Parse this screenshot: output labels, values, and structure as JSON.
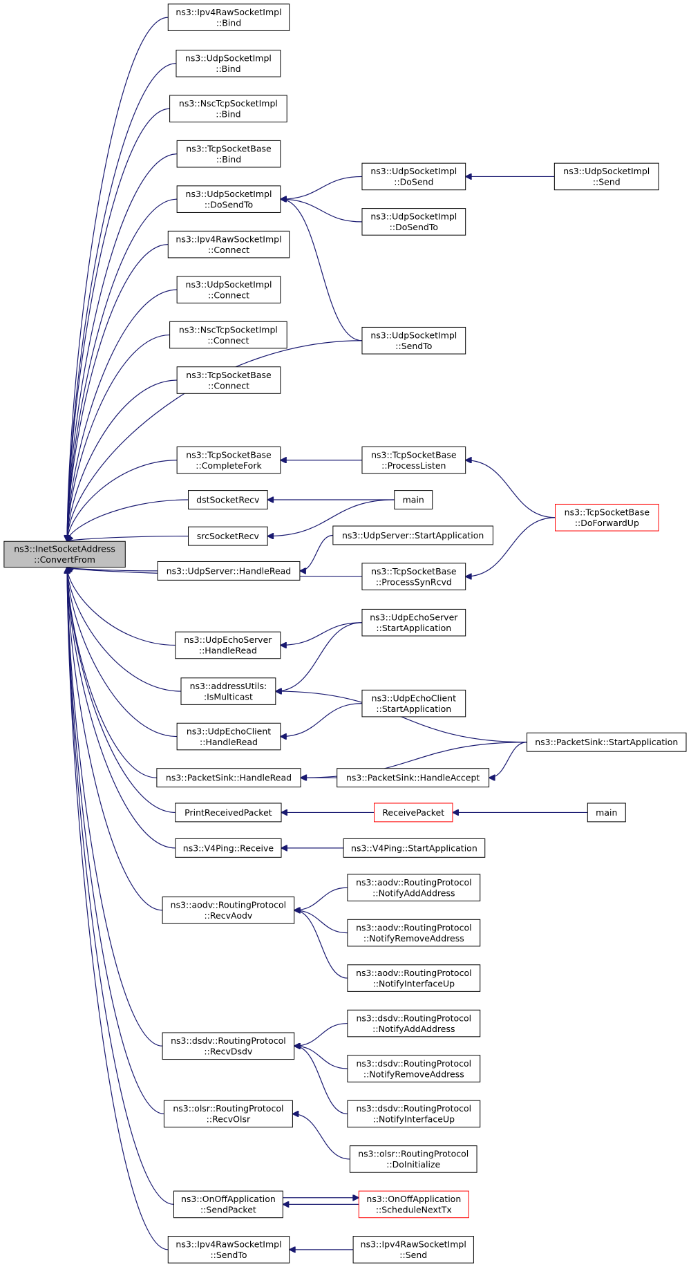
{
  "colors": {
    "edge": "#191970",
    "root_fill": "#bfbfbf",
    "node_border": "#000000",
    "highlight_border": "#ff0000",
    "background": "#ffffff"
  },
  "nodes": {
    "root": {
      "lines": [
        "ns3::InetSocketAddress",
        "::ConvertFrom"
      ],
      "style": "root"
    },
    "ipv4raw_bind": {
      "lines": [
        "ns3::Ipv4RawSocketImpl",
        "::Bind"
      ]
    },
    "udp_bind": {
      "lines": [
        "ns3::UdpSocketImpl",
        "::Bind"
      ]
    },
    "nsc_bind": {
      "lines": [
        "ns3::NscTcpSocketImpl",
        "::Bind"
      ]
    },
    "tcp_bind": {
      "lines": [
        "ns3::TcpSocketBase",
        "::Bind"
      ]
    },
    "udp_dosendto": {
      "lines": [
        "ns3::UdpSocketImpl",
        "::DoSendTo"
      ]
    },
    "ipv4raw_conn": {
      "lines": [
        "ns3::Ipv4RawSocketImpl",
        "::Connect"
      ]
    },
    "udp_conn": {
      "lines": [
        "ns3::UdpSocketImpl",
        "::Connect"
      ]
    },
    "nsc_conn": {
      "lines": [
        "ns3::NscTcpSocketImpl",
        "::Connect"
      ]
    },
    "tcp_conn": {
      "lines": [
        "ns3::TcpSocketBase",
        "::Connect"
      ]
    },
    "tcp_cfork": {
      "lines": [
        "ns3::TcpSocketBase",
        "::CompleteFork"
      ]
    },
    "dst_recv": {
      "lines": [
        "dstSocketRecv"
      ]
    },
    "src_recv": {
      "lines": [
        "srcSocketRecv"
      ]
    },
    "udpsrv_hread": {
      "lines": [
        "ns3::UdpServer::HandleRead"
      ]
    },
    "echosrv_hread": {
      "lines": [
        "ns3::UdpEchoServer",
        "::HandleRead"
      ]
    },
    "addr_mcast": {
      "lines": [
        "ns3::addressUtils:",
        ":IsMulticast"
      ]
    },
    "echocli_hread": {
      "lines": [
        "ns3::UdpEchoClient",
        "::HandleRead"
      ]
    },
    "psink_hread": {
      "lines": [
        "ns3::PacketSink::HandleRead"
      ]
    },
    "print_recv": {
      "lines": [
        "PrintReceivedPacket"
      ]
    },
    "v4ping_recv": {
      "lines": [
        "ns3::V4Ping::Receive"
      ]
    },
    "aodv_recv": {
      "lines": [
        "ns3::aodv::RoutingProtocol",
        "::RecvAodv"
      ]
    },
    "dsdv_recv": {
      "lines": [
        "ns3::dsdv::RoutingProtocol",
        "::RecvDsdv"
      ]
    },
    "olsr_recv": {
      "lines": [
        "ns3::olsr::RoutingProtocol",
        "::RecvOlsr"
      ]
    },
    "onoff_send": {
      "lines": [
        "ns3::OnOffApplication",
        "::SendPacket"
      ]
    },
    "ipv4raw_sendto": {
      "lines": [
        "ns3::Ipv4RawSocketImpl",
        "::SendTo"
      ]
    },
    "udp_dosend": {
      "lines": [
        "ns3::UdpSocketImpl",
        "::DoSend"
      ]
    },
    "udp_dosendto2": {
      "lines": [
        "ns3::UdpSocketImpl",
        "::DoSendTo"
      ]
    },
    "udp_sendto": {
      "lines": [
        "ns3::UdpSocketImpl",
        "::SendTo"
      ]
    },
    "tcp_plisten": {
      "lines": [
        "ns3::TcpSocketBase",
        "::ProcessListen"
      ]
    },
    "main1": {
      "lines": [
        "main"
      ]
    },
    "udpsrv_start": {
      "lines": [
        "ns3::UdpServer::StartApplication"
      ]
    },
    "tcp_psyn": {
      "lines": [
        "ns3::TcpSocketBase",
        "::ProcessSynRcvd"
      ]
    },
    "echosrv_start": {
      "lines": [
        "ns3::UdpEchoServer",
        "::StartApplication"
      ]
    },
    "echocli_start": {
      "lines": [
        "ns3::UdpEchoClient",
        "::StartApplication"
      ]
    },
    "psink_haccept": {
      "lines": [
        "ns3::PacketSink::HandleAccept"
      ]
    },
    "recv_packet": {
      "lines": [
        "ReceivePacket"
      ],
      "style": "red"
    },
    "v4ping_start": {
      "lines": [
        "ns3::V4Ping::StartApplication"
      ]
    },
    "aodv_addaddr": {
      "lines": [
        "ns3::aodv::RoutingProtocol",
        "::NotifyAddAddress"
      ]
    },
    "aodv_rmaddr": {
      "lines": [
        "ns3::aodv::RoutingProtocol",
        "::NotifyRemoveAddress"
      ]
    },
    "aodv_ifup": {
      "lines": [
        "ns3::aodv::RoutingProtocol",
        "::NotifyInterfaceUp"
      ]
    },
    "dsdv_addaddr": {
      "lines": [
        "ns3::dsdv::RoutingProtocol",
        "::NotifyAddAddress"
      ]
    },
    "dsdv_rmaddr": {
      "lines": [
        "ns3::dsdv::RoutingProtocol",
        "::NotifyRemoveAddress"
      ]
    },
    "dsdv_ifup": {
      "lines": [
        "ns3::dsdv::RoutingProtocol",
        "::NotifyInterfaceUp"
      ]
    },
    "olsr_init": {
      "lines": [
        "ns3::olsr::RoutingProtocol",
        "::DoInitialize"
      ]
    },
    "onoff_sched": {
      "lines": [
        "ns3::OnOffApplication",
        "::ScheduleNextTx"
      ],
      "style": "red"
    },
    "ipv4raw_send": {
      "lines": [
        "ns3::Ipv4RawSocketImpl",
        "::Send"
      ]
    },
    "udp_send": {
      "lines": [
        "ns3::UdpSocketImpl",
        "::Send"
      ]
    },
    "tcp_fwdup": {
      "lines": [
        "ns3::TcpSocketBase",
        "::DoForwardUp"
      ],
      "style": "red"
    },
    "psink_start": {
      "lines": [
        "ns3::PacketSink::StartApplication"
      ]
    },
    "main2": {
      "lines": [
        "main"
      ]
    }
  },
  "edges": [
    [
      "ipv4raw_bind",
      "root"
    ],
    [
      "udp_bind",
      "root"
    ],
    [
      "nsc_bind",
      "root"
    ],
    [
      "tcp_bind",
      "root"
    ],
    [
      "udp_dosendto",
      "root"
    ],
    [
      "ipv4raw_conn",
      "root"
    ],
    [
      "udp_conn",
      "root"
    ],
    [
      "nsc_conn",
      "root"
    ],
    [
      "tcp_conn",
      "root"
    ],
    [
      "udp_sendto",
      "root"
    ],
    [
      "tcp_cfork",
      "root"
    ],
    [
      "dst_recv",
      "root"
    ],
    [
      "src_recv",
      "root"
    ],
    [
      "udpsrv_hread",
      "root"
    ],
    [
      "tcp_psyn",
      "root"
    ],
    [
      "echosrv_hread",
      "root"
    ],
    [
      "addr_mcast",
      "root"
    ],
    [
      "echocli_hread",
      "root"
    ],
    [
      "psink_hread",
      "root"
    ],
    [
      "print_recv",
      "root"
    ],
    [
      "v4ping_recv",
      "root"
    ],
    [
      "aodv_recv",
      "root"
    ],
    [
      "dsdv_recv",
      "root"
    ],
    [
      "olsr_recv",
      "root"
    ],
    [
      "onoff_send",
      "root"
    ],
    [
      "ipv4raw_sendto",
      "root"
    ],
    [
      "udp_dosend",
      "udp_dosendto"
    ],
    [
      "udp_dosendto2",
      "udp_dosendto"
    ],
    [
      "udp_sendto",
      "udp_dosendto"
    ],
    [
      "udp_send",
      "udp_dosend"
    ],
    [
      "tcp_plisten",
      "tcp_cfork"
    ],
    [
      "tcp_fwdup",
      "tcp_plisten"
    ],
    [
      "tcp_fwdup",
      "tcp_psyn"
    ],
    [
      "main1",
      "dst_recv"
    ],
    [
      "main1",
      "src_recv"
    ],
    [
      "udpsrv_start",
      "udpsrv_hread"
    ],
    [
      "echosrv_start",
      "echosrv_hread"
    ],
    [
      "echosrv_start",
      "addr_mcast"
    ],
    [
      "psink_start",
      "addr_mcast"
    ],
    [
      "echocli_start",
      "echocli_hread"
    ],
    [
      "psink_start",
      "psink_hread"
    ],
    [
      "psink_haccept",
      "psink_hread"
    ],
    [
      "psink_start",
      "psink_haccept"
    ],
    [
      "recv_packet",
      "print_recv"
    ],
    [
      "main2",
      "recv_packet"
    ],
    [
      "v4ping_start",
      "v4ping_recv"
    ],
    [
      "aodv_addaddr",
      "aodv_recv"
    ],
    [
      "aodv_rmaddr",
      "aodv_recv"
    ],
    [
      "aodv_ifup",
      "aodv_recv"
    ],
    [
      "dsdv_addaddr",
      "dsdv_recv"
    ],
    [
      "dsdv_rmaddr",
      "dsdv_recv"
    ],
    [
      "dsdv_ifup",
      "dsdv_recv"
    ],
    [
      "olsr_init",
      "olsr_recv"
    ],
    [
      "onoff_sched",
      "onoff_send"
    ],
    [
      "onoff_send",
      "onoff_sched"
    ],
    [
      "ipv4raw_send",
      "ipv4raw_sendto"
    ]
  ]
}
